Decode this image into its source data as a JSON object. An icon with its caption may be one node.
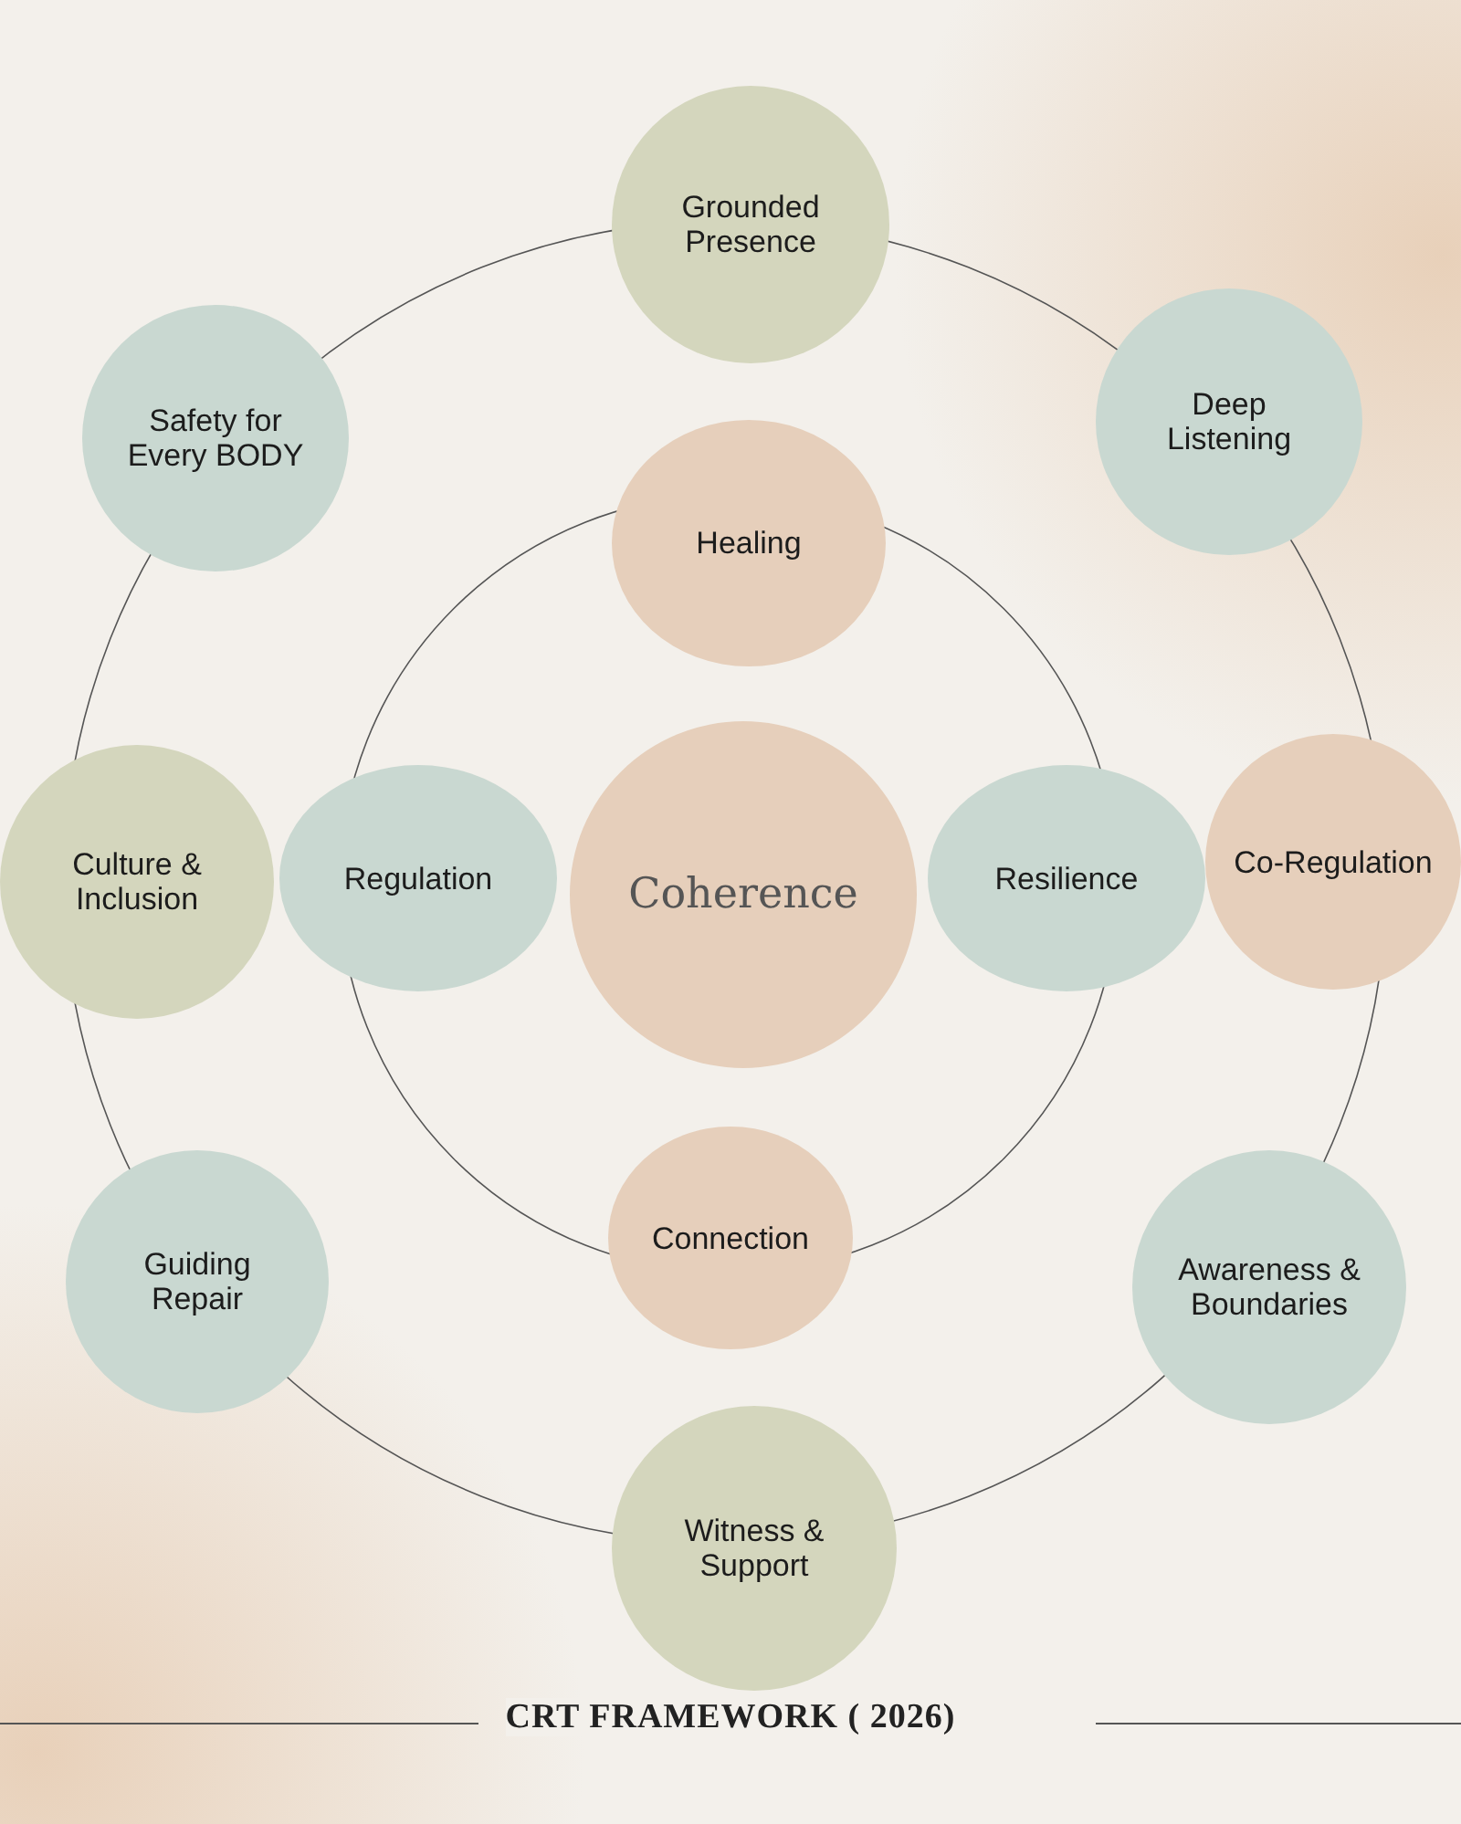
{
  "diagram": {
    "caption": "CRT FRAMEWORK ( 2026)",
    "nodes": [
      {
        "text": [
          "Coherence"
        ]
      },
      {
        "text": [
          "Healing"
        ]
      },
      {
        "text": [
          "Regulation"
        ]
      },
      {
        "text": [
          "Resilience"
        ]
      },
      {
        "text": [
          "Connection"
        ]
      },
      {
        "text": [
          "Grounded Presence"
        ]
      },
      {
        "text": [
          "Deep Listening"
        ]
      },
      {
        "text": [
          "Co-Regulation"
        ]
      },
      {
        "text": [
          "Awareness & Boundaries"
        ]
      },
      {
        "text": [
          "Witness & Support"
        ]
      },
      {
        "text": [
          "Guiding Repair"
        ]
      },
      {
        "text": [
          "Culture & Inclusion"
        ]
      },
      {
        "text": [
          "Safety for Every BODY"
        ]
      }
    ]
  }
}
